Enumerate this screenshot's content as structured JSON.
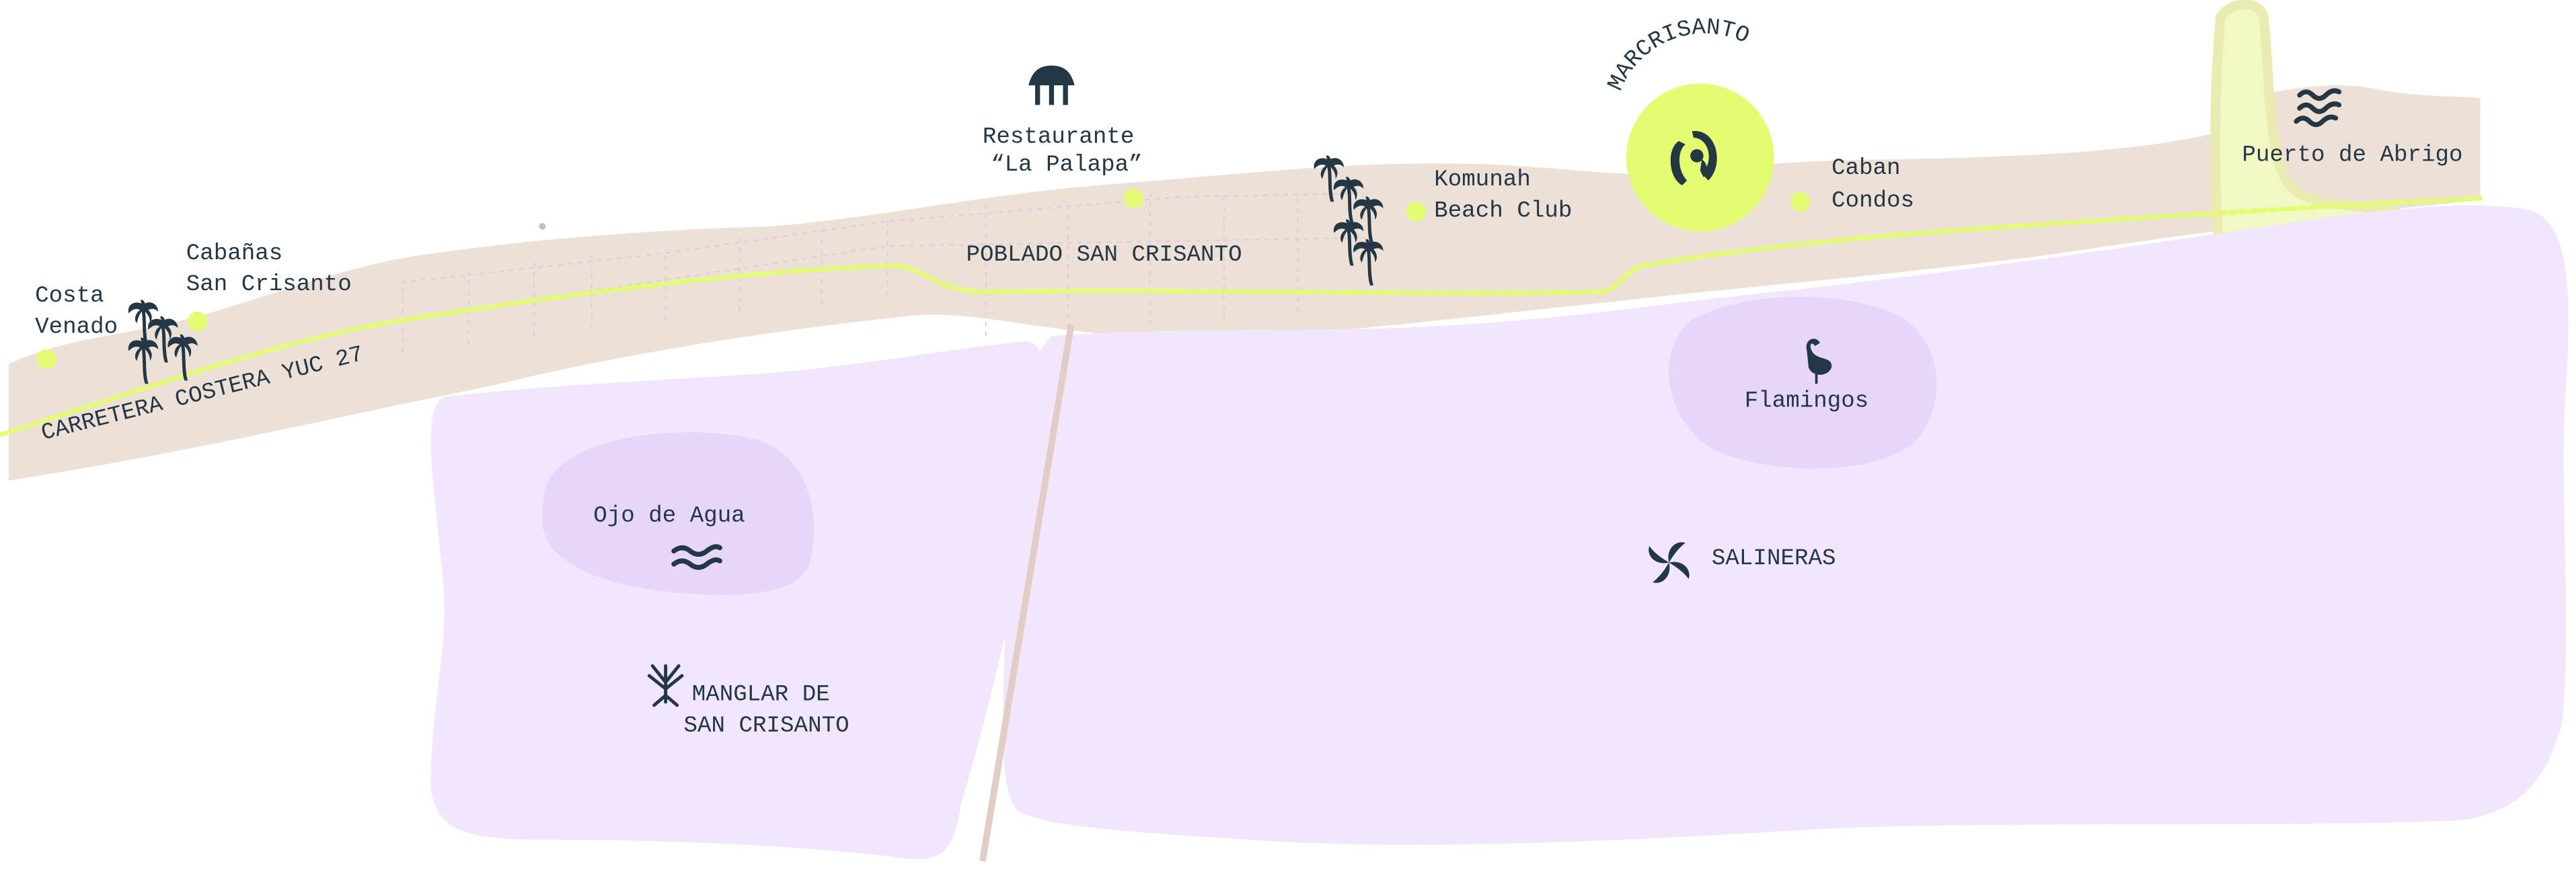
{
  "map": {
    "title": "MARCRISANTO",
    "colors": {
      "land": "#ede0d6",
      "lagoon": "#f1e6fc",
      "lagoon_dark": "#e6d6fa",
      "accent": "#e4fc72",
      "harbor": "#f2f8c4",
      "text": "#243746"
    },
    "road_label": "CARRETERA COSTERA YUC 27",
    "town_label": "POBLADO SAN CRISANTO",
    "places": [
      {
        "id": "costa-venado",
        "lines": [
          "Costa",
          "Venado"
        ]
      },
      {
        "id": "cabanas",
        "lines": [
          "Cabañas",
          "San Crisanto"
        ]
      },
      {
        "id": "restaurante",
        "lines": [
          "Restaurante",
          "“La Palapa”"
        ]
      },
      {
        "id": "komunah",
        "lines": [
          "Komunah",
          "Beach Club"
        ]
      },
      {
        "id": "caban-condos",
        "lines": [
          "Caban",
          "Condos"
        ]
      },
      {
        "id": "puerto",
        "lines": [
          "Puerto de Abrigo"
        ]
      },
      {
        "id": "flamingos",
        "lines": [
          "Flamingos"
        ]
      },
      {
        "id": "salineras",
        "lines": [
          "SALINERAS"
        ]
      },
      {
        "id": "ojo",
        "lines": [
          "Ojo de Agua"
        ]
      },
      {
        "id": "manglar",
        "lines": [
          "MANGLAR DE",
          "SAN CRISANTO"
        ]
      }
    ],
    "icons": [
      "palm-tree-icon",
      "palapa-hut-icon",
      "waves-icon",
      "flamingo-icon",
      "pinwheel-icon",
      "mangrove-icon",
      "marcrisanto-logo-icon"
    ]
  }
}
